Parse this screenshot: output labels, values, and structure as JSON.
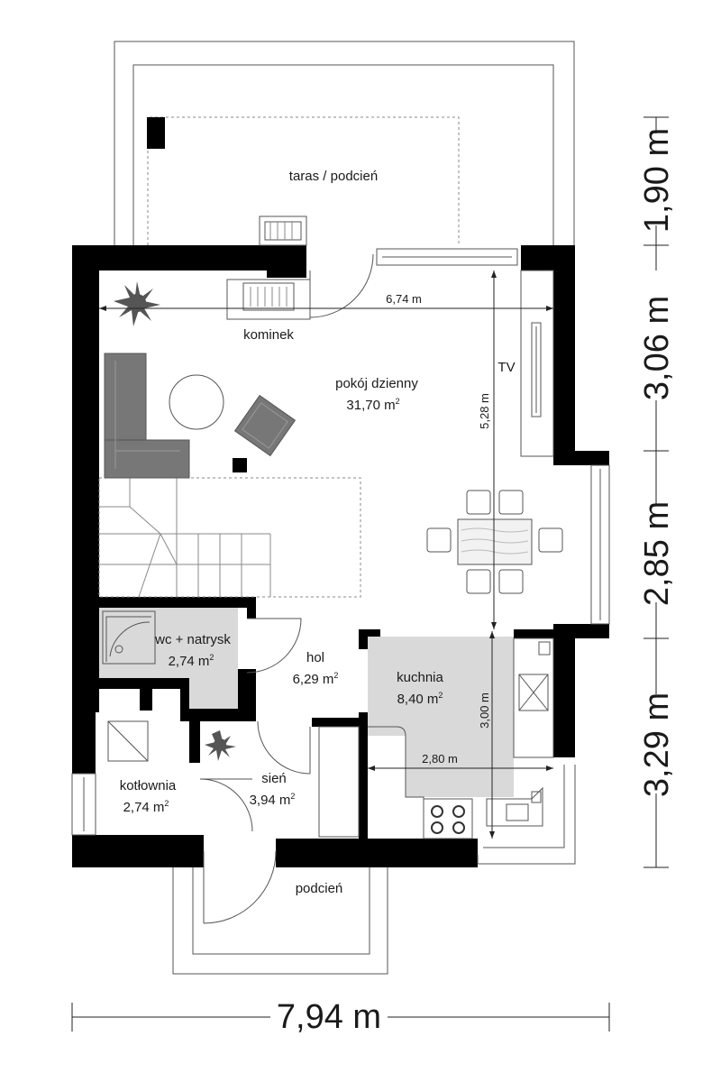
{
  "rooms": {
    "taras": {
      "name": "taras / podcień"
    },
    "kominek": {
      "name": "kominek"
    },
    "pokoj": {
      "name": "pokój dzienny",
      "area": "31,70 m",
      "sup": "2"
    },
    "wc": {
      "name": "wc + natrysk",
      "area": "2,74 m",
      "sup": "2"
    },
    "hol": {
      "name": "hol",
      "area": "6,29 m",
      "sup": "2"
    },
    "kuchnia": {
      "name": "kuchnia",
      "area": "8,40 m",
      "sup": "2"
    },
    "kotlownia": {
      "name": "kotłownia",
      "area": "2,74 m",
      "sup": "2"
    },
    "sien": {
      "name": "sień",
      "area": "3,94 m",
      "sup": "2"
    },
    "podcien": {
      "name": "podcień"
    },
    "tv": {
      "name": "TV"
    }
  },
  "dims": {
    "total_width": "7,94 m",
    "right": [
      "1,90 m",
      "3,06 m",
      "2,85 m",
      "3,29 m"
    ],
    "pokoj_width": "6,74 m",
    "pokoj_depth": "5,28 m",
    "kuchnia_width": "2,80 m",
    "kuchnia_depth": "3,00 m"
  },
  "colors": {
    "wall": "#000000",
    "fill": "#d9d9d9",
    "furniture": "#777777"
  }
}
